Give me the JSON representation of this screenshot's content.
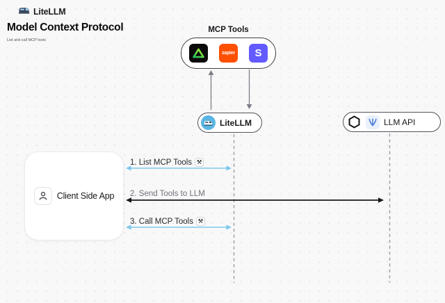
{
  "header": {
    "brand": "LiteLLM",
    "title": "Model Context Protocol",
    "subtitle": "List and call MCP tools"
  },
  "mcp_tools": {
    "label": "MCP Tools",
    "icons": [
      {
        "name": "green-triangle-tool-icon"
      },
      {
        "name": "zapier-icon",
        "text": "zapier"
      },
      {
        "name": "stripe-icon",
        "text": "S"
      }
    ]
  },
  "nodes": {
    "litellm": {
      "label": "LiteLLM",
      "icon": "litellm-train-icon"
    },
    "llm_api": {
      "label": "LLM API",
      "icons": [
        "openai-icon",
        "blue-llm-provider-icon"
      ]
    },
    "client": {
      "label": "Client Side App",
      "icon": "person-icon"
    }
  },
  "steps": [
    {
      "label": "1. List MCP Tools",
      "badge": true
    },
    {
      "label": "2. Send Tools to LLM",
      "badge": false
    },
    {
      "label": "3. Call MCP Tools",
      "badge": true
    }
  ],
  "tools_badge_glyph": "⚒",
  "colors": {
    "background": "#f8f8f9",
    "arrow_blue": "#7ec8ea",
    "arrow_dark": "#18181b",
    "dashed_gray": "#a1a1aa",
    "zapier_orange": "#ff4f00",
    "stripe_purple": "#635bff",
    "litellm_blue": "#5ab5e2"
  }
}
